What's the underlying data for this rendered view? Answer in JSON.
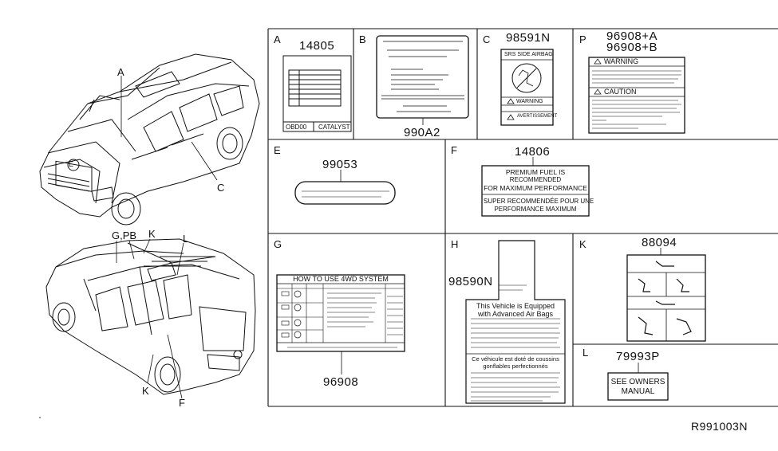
{
  "sections": {
    "A": {
      "letter": "A",
      "part": "14805",
      "footer_left": "OBD00",
      "footer_right": "CATALYST"
    },
    "B": {
      "letter": "B",
      "part": "990A2"
    },
    "C": {
      "letter": "C",
      "part": "98591N",
      "title": "SRS SIDE AIRBAG",
      "warning": "WARNING",
      "avert": "AVERTISSEMENT"
    },
    "P": {
      "letter": "P",
      "part1": "96908+A",
      "part2": "96908+B",
      "warning": "WARNING",
      "caution": "CAUTION"
    },
    "E": {
      "letter": "E",
      "part": "99053"
    },
    "F": {
      "letter": "F",
      "part": "14806",
      "line1": "PREMIUM FUEL IS",
      "line2": "RECOMMENDED",
      "line3": "FOR MAXIMUM PERFORMANCE",
      "line4": "SUPER RECOMMENDÉE POUR UNE",
      "line5": "PERFORMANCE MAXIMUM"
    },
    "G": {
      "letter": "G",
      "part": "96908",
      "title": "HOW TO USE 4WD SYSTEM"
    },
    "H": {
      "letter": "H",
      "part": "98590N",
      "en1": "This Vehicle is Equipped",
      "en2": "with Advanced Air Bags",
      "fr1": "Ce véhicule est doté de coussins",
      "fr2": "gonflables perfectionnés"
    },
    "K": {
      "letter": "K",
      "part": "88094"
    },
    "L": {
      "letter": "L",
      "part": "79993P",
      "line1": "SEE OWNERS",
      "line2": "MANUAL"
    }
  },
  "callouts": {
    "top_a": "A",
    "top_c": "C",
    "top_e": "E",
    "bot_gpb": "G,PB",
    "bot_k": "K",
    "bot_l": "L",
    "bot_k2": "K",
    "bot_f": "F"
  },
  "diagram_id": "R991003N"
}
